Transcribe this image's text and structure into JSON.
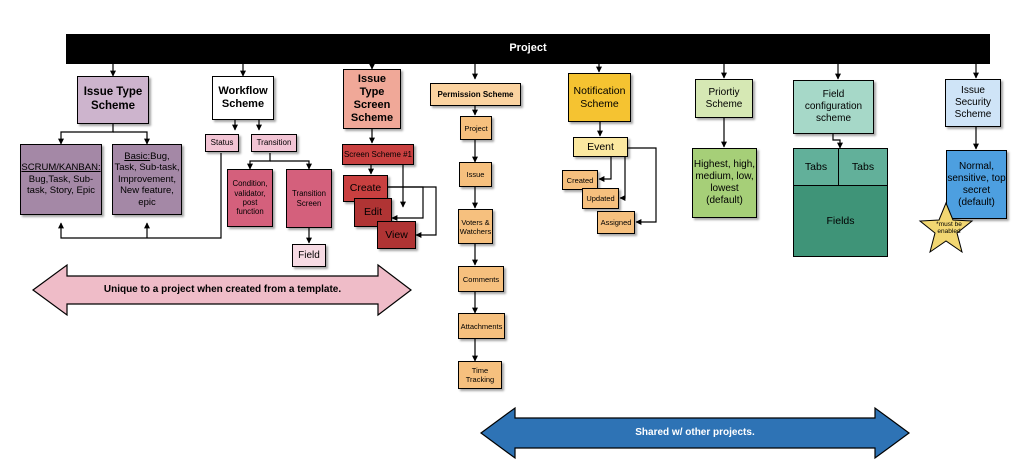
{
  "colors": {
    "banner": "#000000",
    "issue_type": "#cdb4cd",
    "issue_type_child": "#a488a6",
    "workflow_small": "#f2c4d4",
    "workflow_child": "#d4607c",
    "screen_scheme": "#f0a898",
    "screen_child": "#c94040",
    "screen_dark": "#b03434",
    "permission": "#fbd3a0",
    "permission_step": "#f6c07e",
    "notification": "#f5c331",
    "event": "#fbe8a0",
    "priority": "#d6e8b4",
    "priority_child": "#a6cf78",
    "field_config": "#a6d8c8",
    "tabs": "#62b09a",
    "fields": "#3f9478",
    "security": "#cfe4f7",
    "security_child": "#4d9fe0",
    "star": "#f2d772",
    "pink_arrow": "#efbcc8",
    "blue_arrow": "#2e73b5"
  },
  "icons": [
    "star-icon",
    "arrow-icon"
  ],
  "banner": {
    "title": "Project"
  },
  "issue_type": {
    "title": "Issue Type Scheme",
    "scrum_heading": "SCRUM/KANBAN:",
    "scrum_body": "Bug,Task, Sub-task, Story, Epic",
    "basic_heading": "Basic:",
    "basic_body": "Bug, Task, Sub-task, Improvement, New feature, epic"
  },
  "workflow": {
    "title": "Workflow Scheme",
    "status": "Status",
    "transition": "Transition",
    "condition": "Condition, validator, post function",
    "transition_screen": "Transition Screen",
    "field": "Field"
  },
  "screen": {
    "title": "Issue Type Screen Scheme",
    "screen_scheme": "Screen Scheme #1",
    "create": "Create",
    "edit": "Edit",
    "view": "View"
  },
  "permission": {
    "title": "Permission Scheme",
    "steps": [
      "Project",
      "Issue",
      "Voters & Watchers",
      "Comments",
      "Attachments",
      "Time Tracking"
    ]
  },
  "notification": {
    "title": "Notification Scheme",
    "event": "Event",
    "created": "Created",
    "updated": "Updated",
    "assigned": "Assigned"
  },
  "priority": {
    "title": "Priortiy Scheme",
    "values": "Highest, high, medium, low, lowest (default)"
  },
  "field_config": {
    "title": "Field configuration scheme",
    "tabs_left": "Tabs",
    "tabs_right": "Tabs",
    "fields": "Fields"
  },
  "security": {
    "title": "Issue Security Scheme",
    "values": "Normal, sensitive, top secret (default)",
    "note": "*must be enabled"
  },
  "arrows": {
    "unique": "Unique to a project when created from a template.",
    "shared": "Shared w/ other projects."
  }
}
